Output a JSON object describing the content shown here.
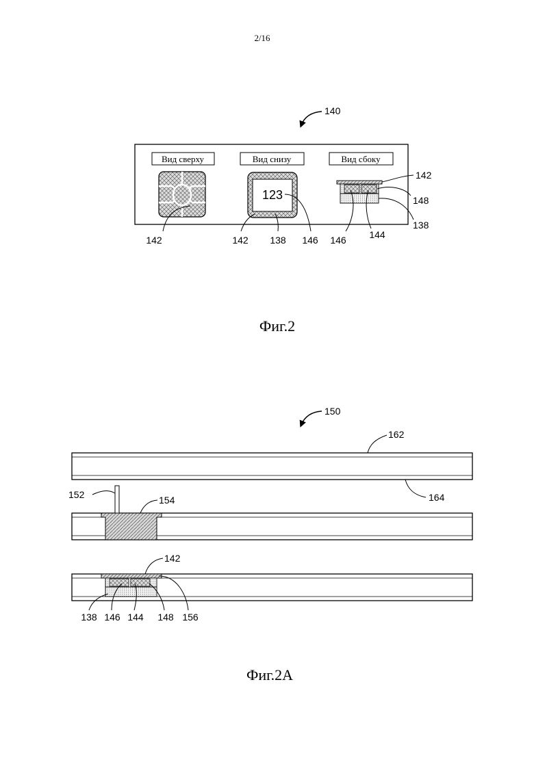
{
  "page": {
    "number": "2/16"
  },
  "fig2": {
    "ref_main": "140",
    "views": {
      "top": "Вид сверху",
      "bottom": "Вид снизу",
      "side": "Вид сбоку"
    },
    "display_text": "123",
    "labels": {
      "top_142": "142",
      "bottom_142": "142",
      "bottom_138": "138",
      "bottom_146": "146",
      "side_142": "142",
      "side_148": "148",
      "side_138": "138",
      "side_146": "146",
      "side_144": "144"
    },
    "caption": "Фиг.2"
  },
  "fig2a": {
    "ref_main": "150",
    "labels": {
      "l162": "162",
      "l164": "164",
      "l152": "152",
      "l154": "154",
      "l142": "142",
      "l138": "138",
      "l146": "146",
      "l144": "144",
      "l148": "148",
      "l156": "156"
    },
    "caption": "Фиг.2A"
  }
}
